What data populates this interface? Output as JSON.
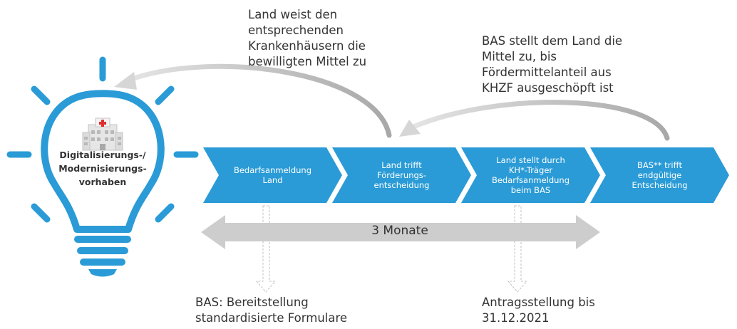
{
  "bulb": {
    "label_lines": [
      "Digitalisierungs-/",
      "Modernisierungs-",
      "vorhaben"
    ],
    "icon": "hospital-icon"
  },
  "steps": [
    {
      "lines": [
        "Bedarfsanmeldung",
        "Land"
      ]
    },
    {
      "lines": [
        "Land trifft",
        "Förderungs-",
        "entscheidung"
      ]
    },
    {
      "lines": [
        "Land stellt durch",
        "KH*-Träger",
        "Bedarfsanmeldung",
        "beim BAS"
      ]
    },
    {
      "lines": [
        "BAS** trifft",
        "endgültige",
        "Entscheidung"
      ]
    }
  ],
  "notes": {
    "top_left": [
      "Land weist den",
      "entsprechenden",
      "Krankenhäusern die",
      "bewilligten Mittel zu"
    ],
    "top_right": [
      "BAS stellt dem Land die",
      "Mittel zu, bis",
      "Fördermittelanteil aus",
      "KHZF ausgeschöpft ist"
    ],
    "bottom_left": [
      "BAS: Bereitstellung",
      "standardisierte Formulare"
    ],
    "bottom_right": [
      "Antragsstellung bis",
      "31.12.2021"
    ]
  },
  "duration_label": "3 Monate",
  "colors": {
    "accent_blue": "#2a9bd6",
    "arrow_gray": "#c8c8c8",
    "curve_gray": "#b4b4b4",
    "text_dark": "#333333"
  }
}
